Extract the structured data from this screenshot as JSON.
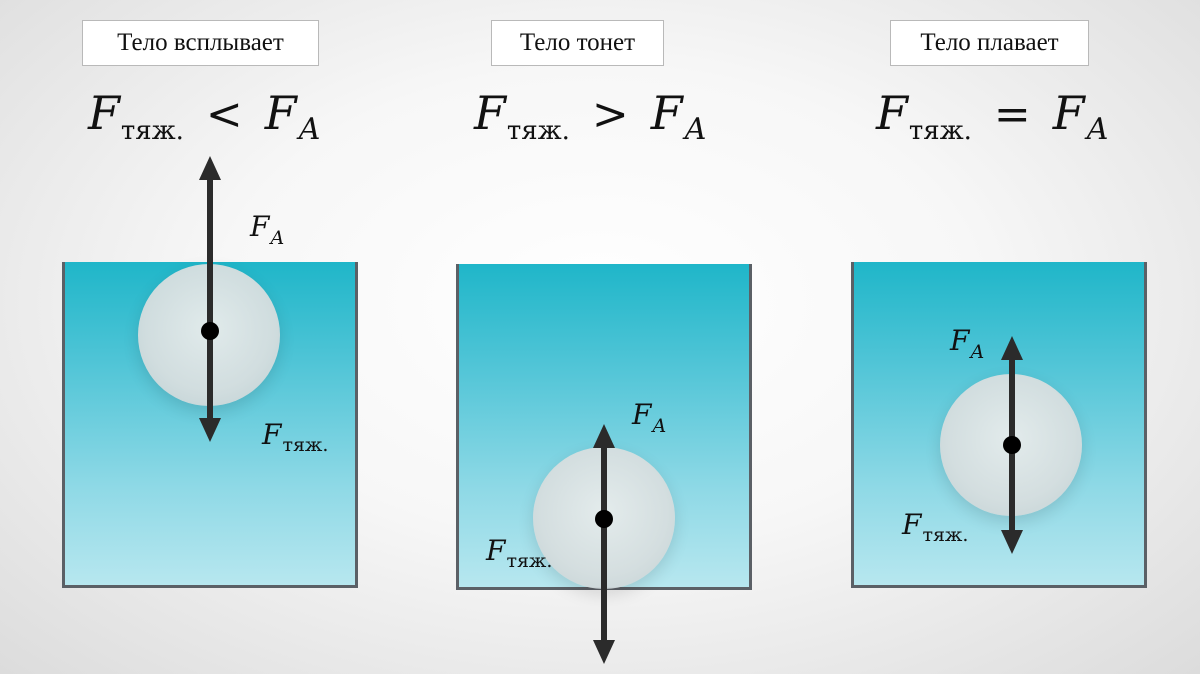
{
  "panels": [
    {
      "title": "Тело всплывает",
      "formula": {
        "left": "F",
        "left_sub": "тяж.",
        "op": "<",
        "right": "F",
        "right_sub": "A"
      },
      "force_up": {
        "symbol": "F",
        "sub": "A"
      },
      "force_down": {
        "symbol": "F",
        "sub": "тяж."
      }
    },
    {
      "title": "Тело тонет",
      "formula": {
        "left": "F",
        "left_sub": "тяж.",
        "op": ">",
        "right": "F",
        "right_sub": "A"
      },
      "force_up": {
        "symbol": "F",
        "sub": "A"
      },
      "force_down": {
        "symbol": "F",
        "sub": "тяж."
      }
    },
    {
      "title": "Тело плавает",
      "formula": {
        "left": "F",
        "left_sub": "тяж.",
        "op": "=",
        "right": "F",
        "right_sub": "A"
      },
      "force_up": {
        "symbol": "F",
        "sub": "A"
      },
      "force_down": {
        "symbol": "F",
        "sub": "тяж."
      }
    }
  ],
  "colors": {
    "water_top": "#1fb6c9",
    "water_bottom": "#b7e7ef",
    "tank_wall": "#5b6066",
    "arrow": "#2b2b2b"
  }
}
